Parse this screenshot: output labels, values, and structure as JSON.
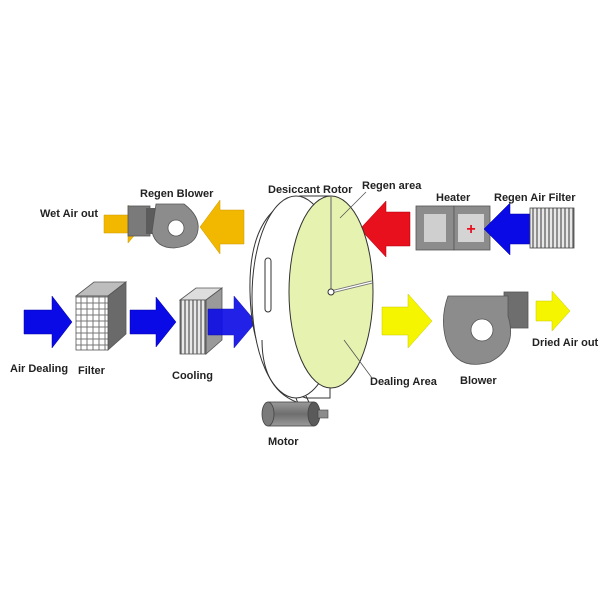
{
  "labels": {
    "regen_blower": "Regen Blower",
    "wet_air_out": "Wet Air out",
    "desiccant_rotor": "Desiccant  Rotor",
    "regen_area": "Regen area",
    "heater": "Heater",
    "regen_air_filter": "Regen Air Filter",
    "air_dealing": "Air Dealing",
    "filter": "Filter",
    "cooling": "Cooling",
    "dealing_area": "Dealing Area",
    "blower": "Blower",
    "dried_air_out": "Dried Air out",
    "motor": "Motor",
    "heater_symbol": "+"
  },
  "colors": {
    "process_air": "#0a0ae6",
    "regen_hot_air": "#e8101c",
    "wet_exhaust": "#f2b800",
    "dried_air": "#f5f500",
    "rotor_face": "#e6f2b0",
    "equipment": "#8c8c8c"
  }
}
